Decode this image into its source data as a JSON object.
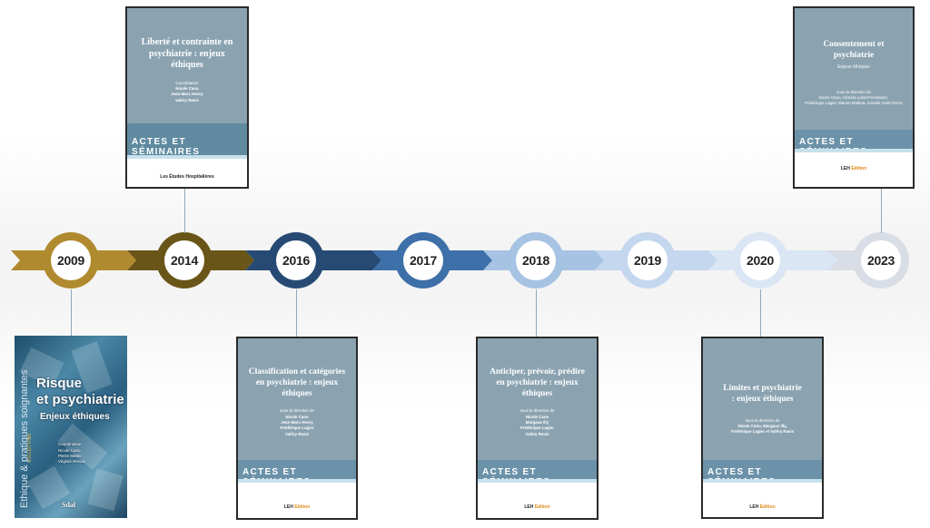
{
  "timeline": {
    "years": [
      "2009",
      "2014",
      "2016",
      "2017",
      "2018",
      "2019",
      "2020",
      "2023"
    ],
    "colors": [
      "#b08a2e",
      "#6a5518",
      "#264a74",
      "#3d6fa8",
      "#a6c3e3",
      "#c4d7ee",
      "#dae6f4",
      "#d8dde6"
    ]
  },
  "books": {
    "b2009": {
      "title1": "Risque",
      "title2": "et psychiatrie",
      "subtitle": "Enjeux éthiques",
      "coord_label": "Coordination",
      "names": [
        "Nicole Cano",
        "Pierre Mattei",
        "Virginie Rénian"
      ],
      "series": "Ethique & pratiques soignantes",
      "collection": "COLLECTION",
      "publisher": "Sdal"
    },
    "b2014": {
      "title": "Liberté et contrainte en psychiatrie : enjeux éthiques",
      "dir_label": "Coordination",
      "names": [
        "Nicole Cano",
        "Jean-Marc Henry",
        "Valéry Ravis"
      ],
      "band": "ACTES ET SÉMINAIRES",
      "publisher": "Les Études Hospitalières"
    },
    "b2016": {
      "title": "Classification et catégories en psychiatrie : enjeux éthiques",
      "dir_label": "sous la direction de",
      "names": [
        "Nicole Cano",
        "Jean-Marc Henry",
        "Frédérique Lagier",
        "Valéry Ravis"
      ],
      "band": "ACTES ET SÉMINAIRES",
      "publisher": "LEH",
      "publisher_ed": "Édition"
    },
    "b2018": {
      "title": "Anticiper, prévoir, prédire en psychiatrie : enjeux éthiques",
      "dir_label": "sous la direction de",
      "names": [
        "Nicole Cano",
        "Margaux Illy",
        "Frédérique Lagier",
        "Valéry Ravis"
      ],
      "band": "ACTES ET SÉMINAIRES",
      "publisher": "LEH",
      "publisher_ed": "Édition"
    },
    "b2020": {
      "title": "Limites et psychiatrie : enjeux éthiques",
      "dir_label": "sous la direction de",
      "names": [
        "Nicole Cano, Margaux Illy,",
        "Frédérique Lagier et Valéry Ravis"
      ],
      "band": "ACTES ET SÉMINAIRES",
      "publisher": "LEH",
      "publisher_ed": "Édition"
    },
    "b2023": {
      "title": "Consentement et psychiatrie",
      "subtitle": "Enjeux éthiques",
      "dir_label": "sous la direction de",
      "names": [
        "Nicole Cano, Victoria Lubet-Fernández,",
        "Frédérique Lagier, Marion Mattina, Armelle Saint-Pierre"
      ],
      "band": "ACTES ET SÉMINAIRES",
      "publisher": "LEH",
      "publisher_ed": "Édition"
    }
  }
}
